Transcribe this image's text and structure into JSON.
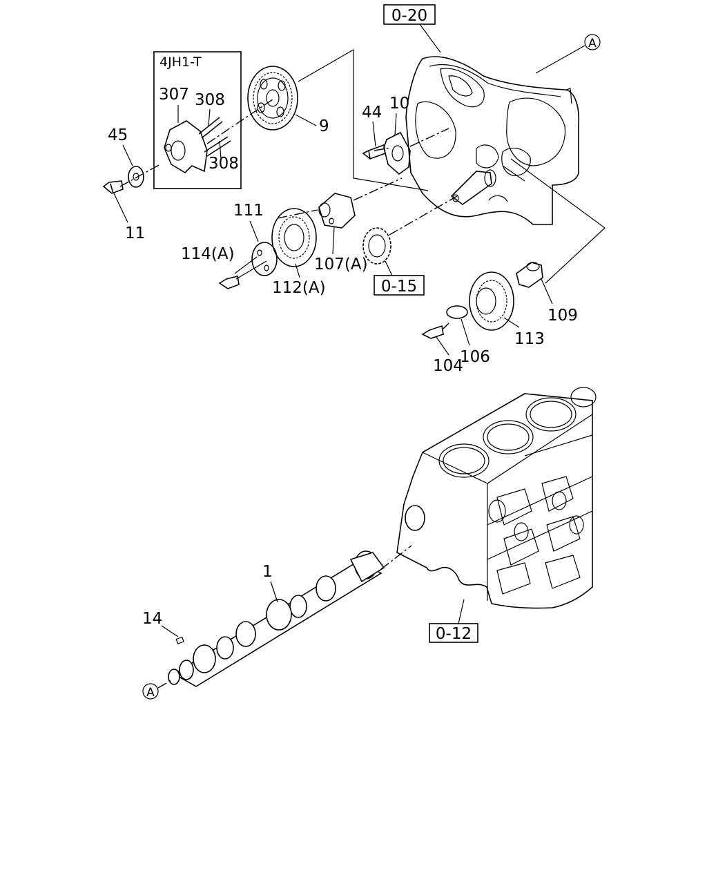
{
  "variant_label": "4JH1-T",
  "refs": {
    "r020": "0-20",
    "r015": "0-15",
    "r012": "0-12"
  },
  "markers": {
    "a_top": "A",
    "a_bottom": "A"
  },
  "parts": {
    "p307": "307",
    "p308a": "308",
    "p308b": "308",
    "p45": "45",
    "p11": "11",
    "p9": "9",
    "p44": "44",
    "p10": "10",
    "p111": "111",
    "p114": "114(A)",
    "p112": "112(A)",
    "p107": "107(A)",
    "p109": "109",
    "p113": "113",
    "p104": "104",
    "p106": "106",
    "p1": "1",
    "p14": "14"
  }
}
